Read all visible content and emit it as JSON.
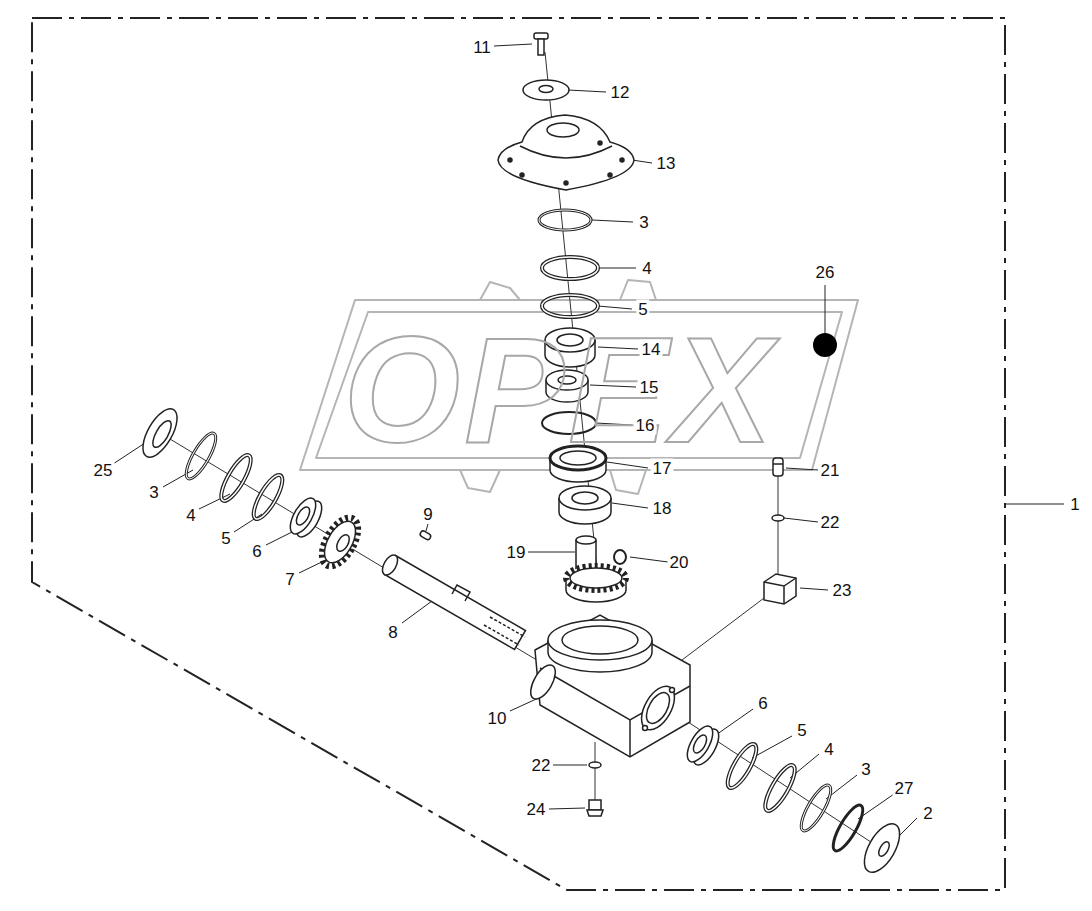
{
  "diagram": {
    "labels": [
      "11",
      "12",
      "13",
      "3",
      "4",
      "5",
      "26",
      "14",
      "15",
      "OPEX",
      "16",
      "25",
      "3",
      "17",
      "21",
      "4",
      "1",
      "5",
      "9",
      "18",
      "22",
      "6",
      "7",
      "19",
      "20",
      "23",
      "8",
      "10",
      "6",
      "5",
      "22",
      "4",
      "3",
      "27",
      "24",
      "2"
    ]
  }
}
